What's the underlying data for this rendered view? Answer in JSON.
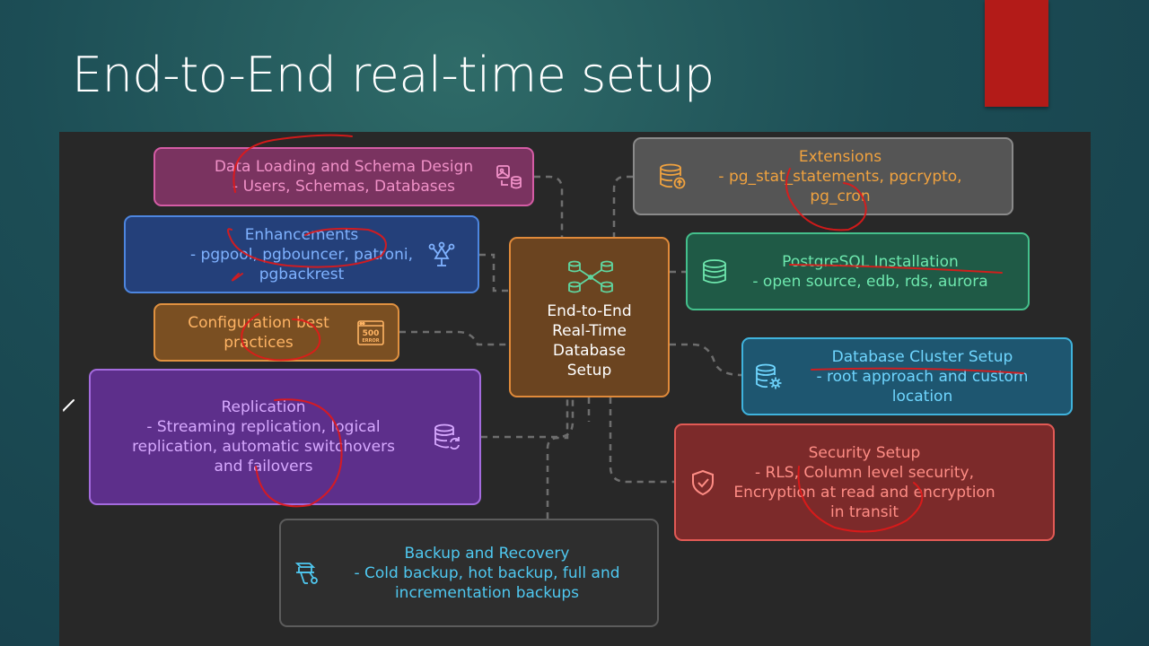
{
  "slide": {
    "title": "End-to-End real-time setup",
    "accent_color": "#b31b18"
  },
  "diagram": {
    "center": {
      "lines": [
        "End-to-End",
        "Real-Time",
        "Database",
        "Setup"
      ],
      "icon": "database-network-icon"
    },
    "nodes": {
      "data_loading": {
        "lines": [
          "Data Loading and Schema Design",
          "- Users, Schemas, Databases"
        ],
        "icon": "image-database-icon",
        "color": "#d55ca5"
      },
      "enhancements": {
        "lines": [
          "Enhancements",
          "- pgpool, pgbouncer, patroni,",
          "pgbackrest"
        ],
        "icon": "network-tree-icon",
        "color": "#4d86e0"
      },
      "configuration": {
        "lines": [
          "Configuration best",
          "practices"
        ],
        "icon": "error-500-icon",
        "icon_text": "500",
        "icon_subtext": "ERROR",
        "color": "#e09140"
      },
      "replication": {
        "lines": [
          "Replication",
          "- Streaming replication, logical",
          "replication, automatic switchovers",
          "and failovers"
        ],
        "icon": "database-sync-icon",
        "color": "#a46bde"
      },
      "backup": {
        "lines": [
          "Backup and Recovery",
          "- Cold backup, hot backup, full and",
          "incrementation backups"
        ],
        "icon": "backup-tools-icon",
        "color": "#4fc8f0"
      },
      "extensions": {
        "lines": [
          "Extensions",
          "- pg_stat_statements, pgcrypto,",
          "pg_cron"
        ],
        "icon": "database-upload-icon",
        "color": "#f0a23f"
      },
      "installation": {
        "lines": [
          "PostgreSQL Installation",
          "- open source, edb, rds, aurora"
        ],
        "icon": "database-icon",
        "color": "#44c08c"
      },
      "cluster": {
        "lines": [
          "Database Cluster Setup",
          "- root approach and custom",
          "location"
        ],
        "icon": "database-settings-icon",
        "color": "#3fb3dd"
      },
      "security": {
        "lines": [
          "Security Setup",
          "- RLS, Column level security,",
          "Encryption at read and encryption",
          "in transit"
        ],
        "icon": "shield-check-icon",
        "color": "#e25a55"
      }
    }
  }
}
